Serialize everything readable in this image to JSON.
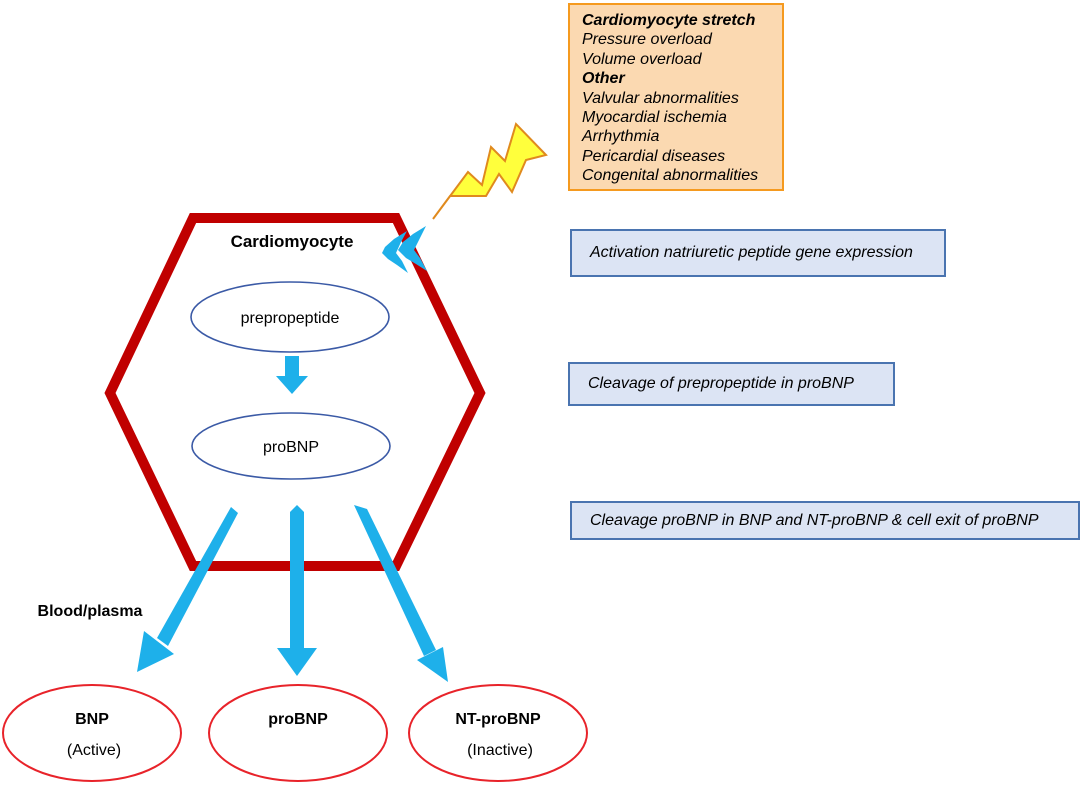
{
  "stimuli": {
    "group1_title": "Cardiomyocyte stretch",
    "group1_items": [
      "Pressure overload",
      "Volume overload"
    ],
    "group2_title": "Other",
    "group2_items": [
      "Valvular abnormalities",
      "Myocardial ischemia",
      "Arrhythmia",
      "Pericardial diseases",
      "Congenital abnormalities"
    ]
  },
  "cell": {
    "label": "Cardiomyocyte",
    "node1": "prepropeptide",
    "node2": "proBNP"
  },
  "steps": [
    "Activation natriuretic peptide gene expression",
    "Cleavage of prepropeptide in proBNP",
    "Cleavage proBNP in BNP and NT-proBNP & cell exit of proBNP"
  ],
  "compartment_label": "Blood/plasma",
  "products": [
    {
      "name": "BNP",
      "status": "(Active)"
    },
    {
      "name": "proBNP",
      "status": ""
    },
    {
      "name": "NT-proBNP",
      "status": "(Inactive)"
    }
  ],
  "colors": {
    "cell_border": "#c00000",
    "arrow": "#1eb0ea",
    "product_border": "#e8232a",
    "step_fill": "#dce4f4",
    "step_border": "#4a74b0",
    "stimuli_fill": "#fbd9b1",
    "stimuli_border": "#f59a1f",
    "lightning_fill": "#ffff3c",
    "lightning_border": "#e08a1e",
    "node_border": "#3b5aa6"
  }
}
